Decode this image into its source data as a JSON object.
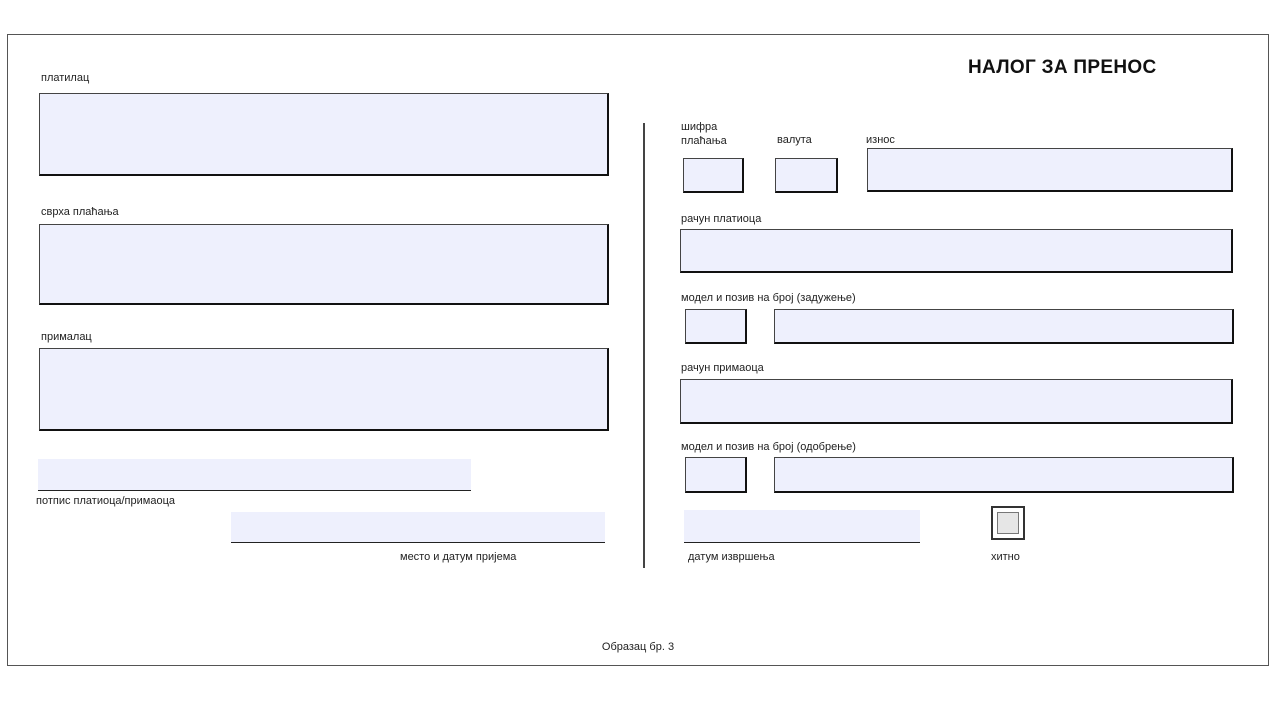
{
  "form": {
    "title": "НАЛОГ ЗА ПРЕНОС",
    "footer": "Образац бр. 3"
  },
  "left": {
    "payer_label": "платилац",
    "payer_value": "",
    "purpose_label": "сврха плаћања",
    "purpose_value": "",
    "recipient_label": "прималац",
    "recipient_value": "",
    "signature_label": "потпис платиоца/примаоца",
    "signature_value": "",
    "place_date_label": "место и датум пријема",
    "place_date_value": ""
  },
  "right": {
    "payment_code_label_line1": "шифра",
    "payment_code_label_line2": "плаћања",
    "payment_code_value": "",
    "currency_label": "валута",
    "currency_value": "",
    "amount_label": "износ",
    "amount_value": "",
    "payer_account_label": "рачун платиоца",
    "payer_account_value": "",
    "debit_ref_label": "модел и позив на број (задужење)",
    "debit_model_value": "",
    "debit_ref_value": "",
    "recipient_account_label": "рачун примаоца",
    "recipient_account_value": "",
    "credit_ref_label": "модел и позив на број (одобрење)",
    "credit_model_value": "",
    "credit_ref_value": "",
    "execution_date_label": "датум извршења",
    "execution_date_value": "",
    "urgent_label": "хитно",
    "urgent_checked": false
  }
}
